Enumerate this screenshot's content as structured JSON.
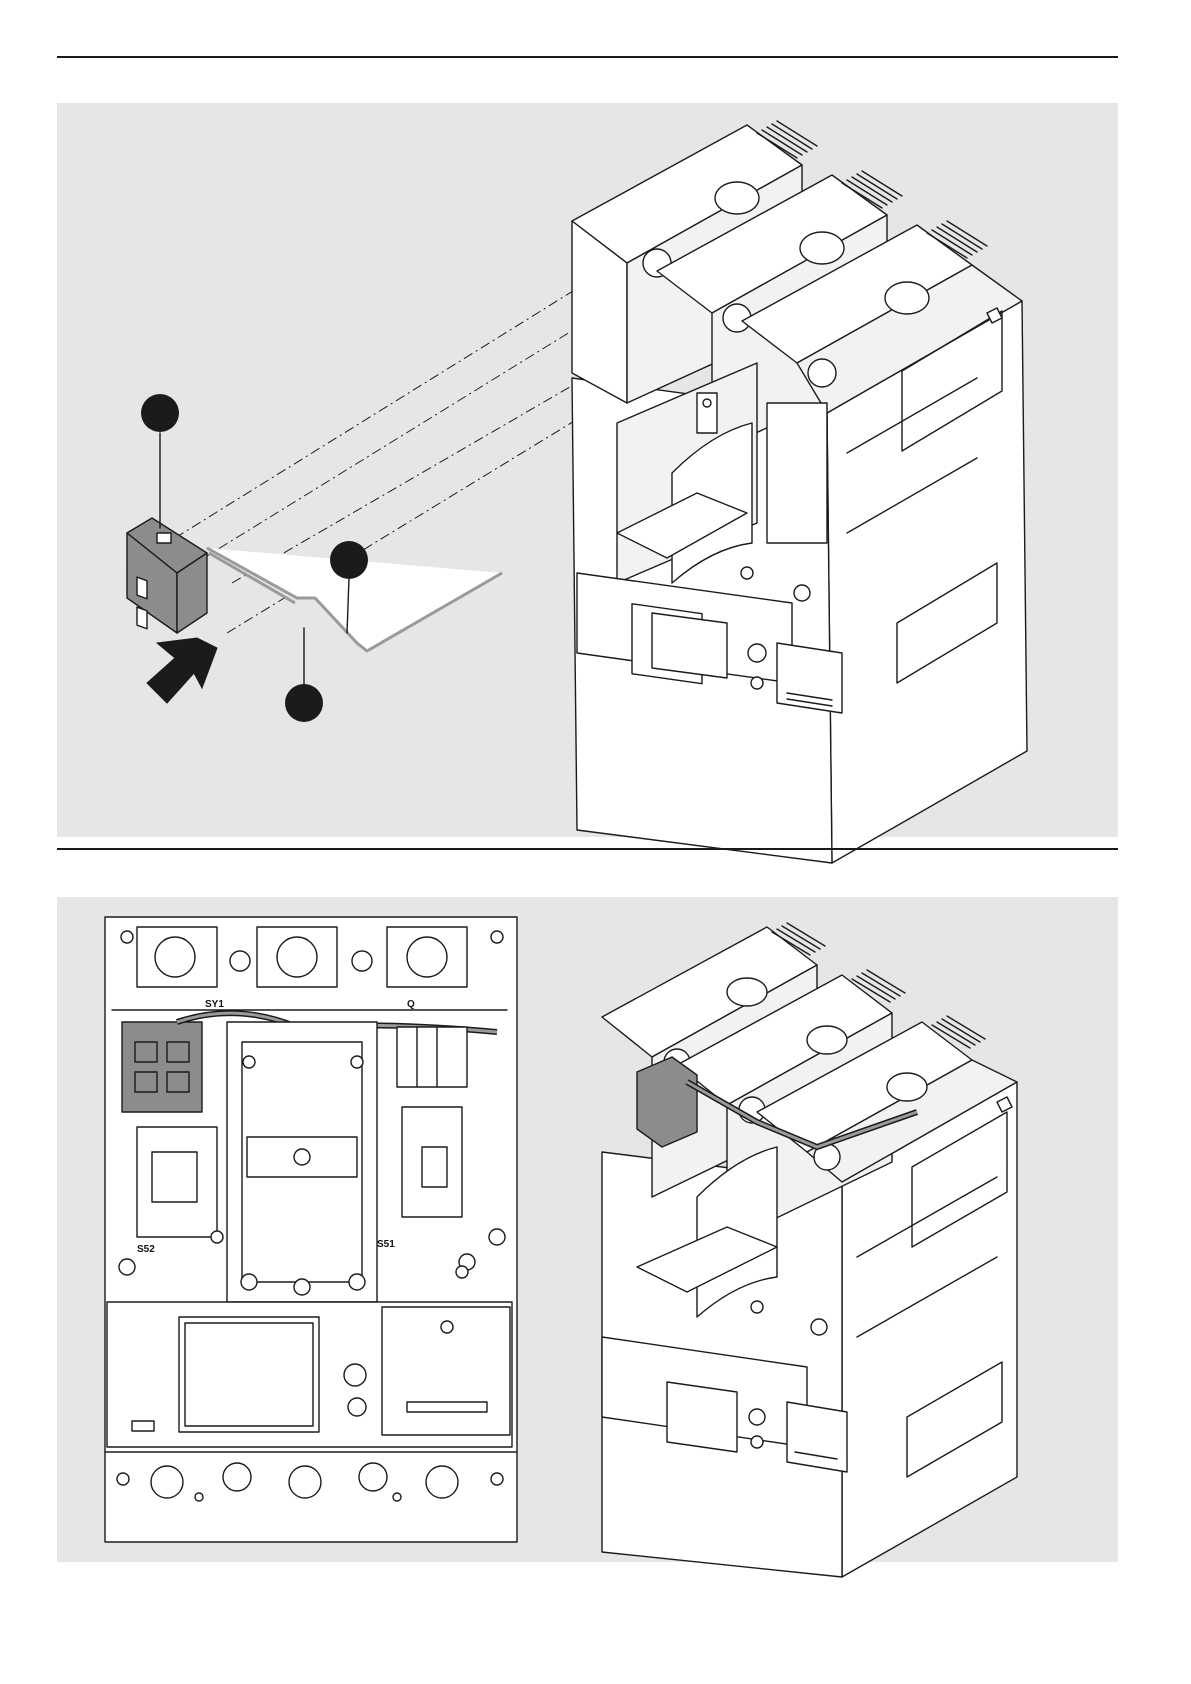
{
  "figure_top": {
    "callouts": 3
  },
  "figure_bottom": {
    "labels": {
      "sy1": "SY1",
      "q": "Q",
      "s52": "S52",
      "s51": "S51"
    }
  }
}
